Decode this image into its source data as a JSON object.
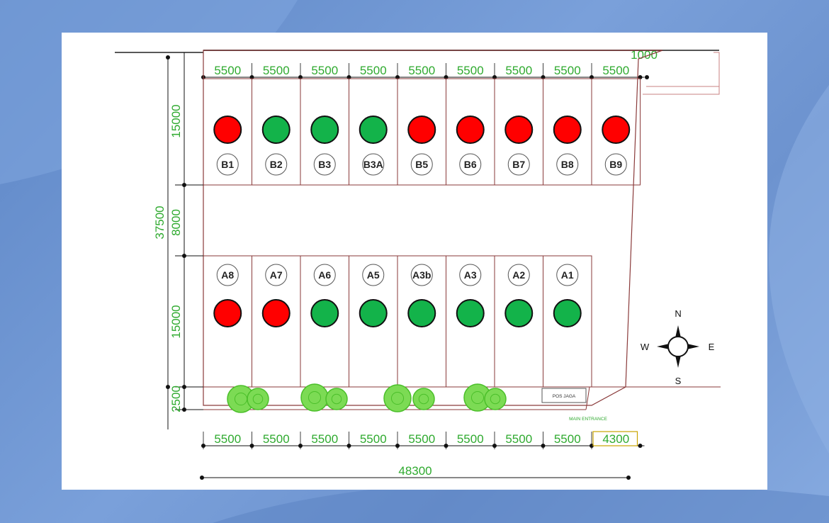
{
  "dimensions": {
    "top_widths": [
      "5500",
      "5500",
      "5500",
      "5500",
      "5500",
      "5500",
      "5500",
      "5500",
      "5500"
    ],
    "top_extra": "1000",
    "bottom_widths": [
      "5500",
      "5500",
      "5500",
      "5500",
      "5500",
      "5500",
      "5500",
      "5500",
      "4300"
    ],
    "total_width": "48300",
    "total_depth": "37500",
    "row_b_depth": "15000",
    "road_depth": "8000",
    "row_a_depth": "15000",
    "front_strip": "2500"
  },
  "colors": {
    "sold": "#ff0000",
    "available": "#13b34a"
  },
  "row_b": [
    {
      "label": "B1",
      "status": "sold"
    },
    {
      "label": "B2",
      "status": "available"
    },
    {
      "label": "B3",
      "status": "available"
    },
    {
      "label": "B3A",
      "status": "available"
    },
    {
      "label": "B5",
      "status": "sold"
    },
    {
      "label": "B6",
      "status": "sold"
    },
    {
      "label": "B7",
      "status": "sold"
    },
    {
      "label": "B8",
      "status": "sold"
    },
    {
      "label": "B9",
      "status": "sold"
    }
  ],
  "row_a": [
    {
      "label": "A8",
      "status": "sold"
    },
    {
      "label": "A7",
      "status": "sold"
    },
    {
      "label": "A6",
      "status": "available"
    },
    {
      "label": "A5",
      "status": "available"
    },
    {
      "label": "A3b",
      "status": "available"
    },
    {
      "label": "A3",
      "status": "available"
    },
    {
      "label": "A2",
      "status": "available"
    },
    {
      "label": "A1",
      "status": "available"
    }
  ],
  "guard_post": "POS JAGA",
  "main_entrance": "MAIN ENTRANCE",
  "compass": {
    "n": "N",
    "s": "S",
    "e": "E",
    "w": "W"
  }
}
